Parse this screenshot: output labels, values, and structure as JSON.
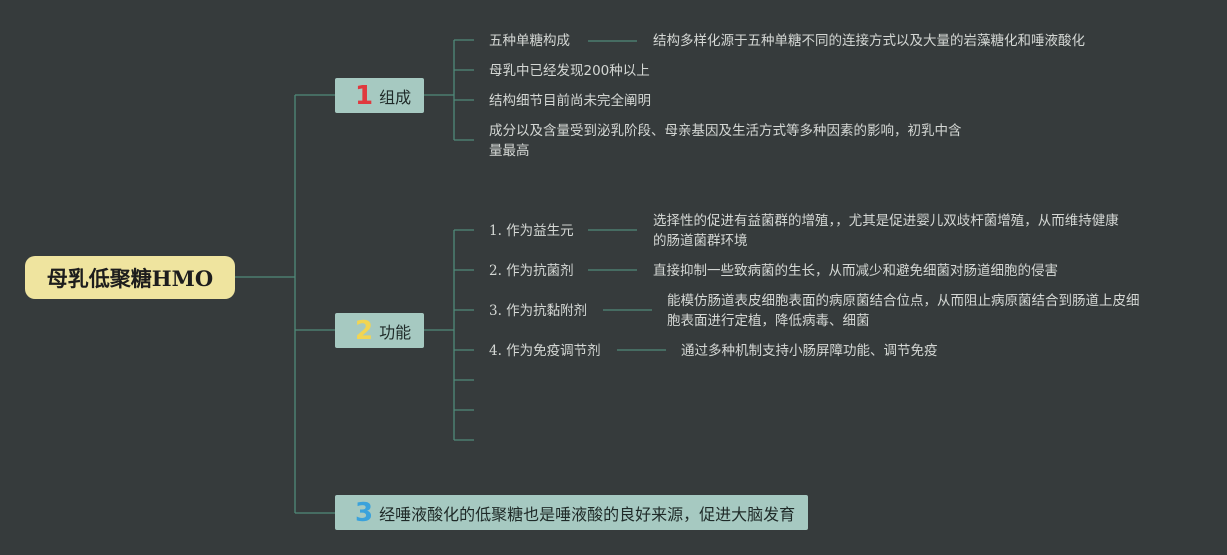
{
  "root": {
    "title": "母乳低聚糖HMO"
  },
  "branches": [
    {
      "number": "1",
      "number_color": "#e0383e",
      "label": "组成",
      "items": [
        {
          "text": "五种单糖构成",
          "detail": "结构多样化源于五种单糖不同的连接方式以及大量的岩藻糖化和唾液酸化"
        },
        {
          "text": "母乳中已经发现200种以上"
        },
        {
          "text": "结构细节目前尚未完全阐明"
        },
        {
          "lines": [
            "成分以及含量受到泌乳阶段、母亲基因及生活方式等多种因素的影响，初乳中含",
            "量最高"
          ]
        }
      ]
    },
    {
      "number": "2",
      "number_color": "#f2d553",
      "label": "功能",
      "items": [
        {
          "text": "1. 作为益生元",
          "detail_lines": [
            "选择性的促进有益菌群的增殖，，尤其是促进婴儿双歧杆菌增殖，从而维持健康",
            "的肠道菌群环境"
          ]
        },
        {
          "text": "2. 作为抗菌剂",
          "detail_lines": [
            "直接抑制一些致病菌的生长，从而减少和避免细菌对肠道细胞的侵害"
          ]
        },
        {
          "text": "3. 作为抗黏附剂",
          "detail_lines": [
            "能模仿肠道表皮细胞表面的病原菌结合位点，从而阻止病原菌结合到肠道上皮细",
            "胞表面进行定植，降低病毒、细菌"
          ]
        },
        {
          "text": "4. 作为免疫调节剂",
          "detail_lines": [
            "通过多种机制支持小肠屏障功能、调节免疫"
          ]
        }
      ]
    },
    {
      "number": "3",
      "number_color": "#3aa2dc",
      "label": "经唾液酸化的低聚糖也是唾液酸的良好来源，促进大脑发育"
    }
  ],
  "colors": {
    "background": "#363b3c",
    "connector": "#4f8a79",
    "root_fill": "#efe49f",
    "branch_fill": "#a6c9c1",
    "leaf_text": "#d4d7d4"
  }
}
